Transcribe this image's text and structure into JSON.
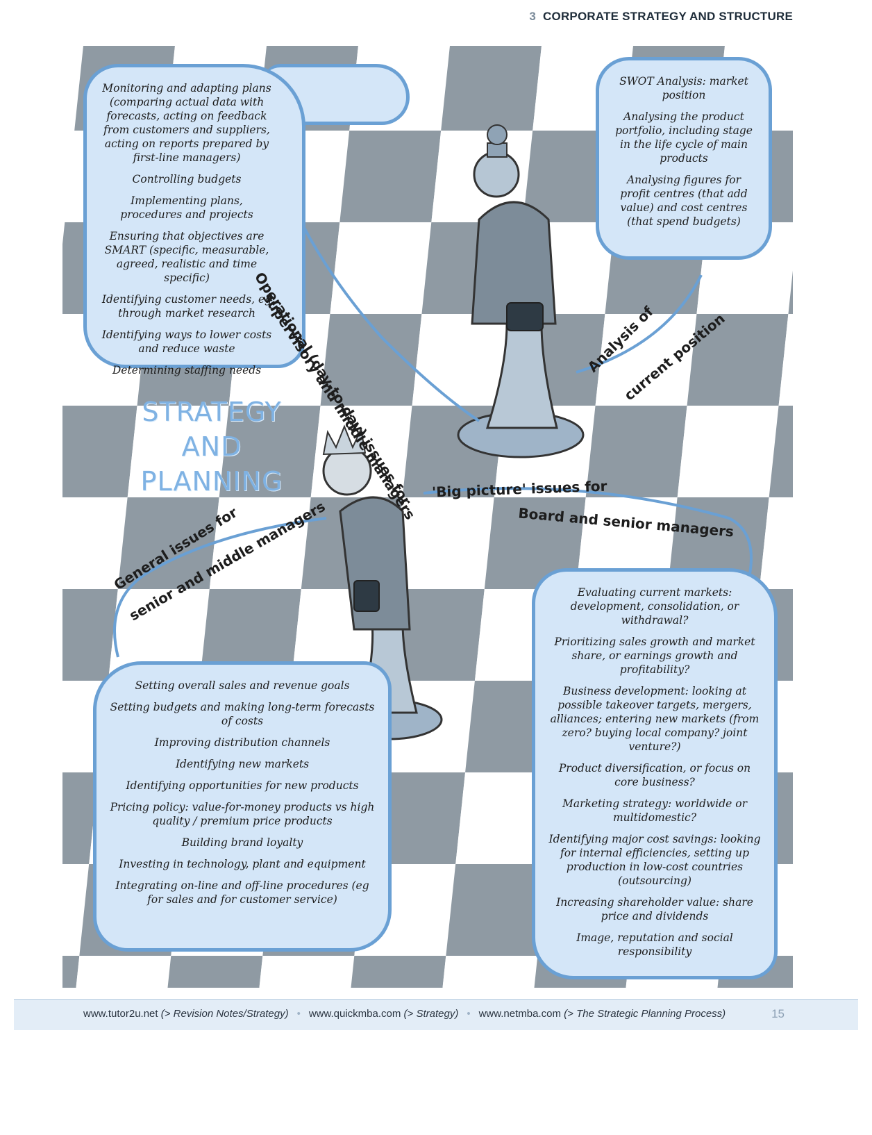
{
  "header": {
    "chapter_number": "3",
    "chapter_title": "CORPORATE STRATEGY AND STRUCTURE"
  },
  "title": {
    "line1": "STRATEGY",
    "line2": "AND",
    "line3": "PLANNING"
  },
  "top_left_box": {
    "items": [
      "Monitoring and adapting plans (comparing actual data with forecasts, acting on feedback from customers and suppliers, acting on reports prepared by first-line managers)",
      "Controlling budgets",
      "Implementing plans, procedures and projects",
      "Ensuring that objectives are SMART (specific, measurable, agreed, realistic and time specific)",
      "Identifying customer needs, eg through market research",
      "Identifying ways to lower costs and reduce waste",
      "Determining staffing needs"
    ]
  },
  "top_right_box": {
    "items": [
      "SWOT Analysis: market position",
      "Analysing the product portfolio, including stage in the life cycle of main products",
      "Analysing figures for profit centres (that add value) and cost centres (that spend budgets)"
    ]
  },
  "bottom_left_box": {
    "items": [
      "Setting overall sales and revenue goals",
      "Setting budgets and making long-term forecasts of costs",
      "Improving distribution channels",
      "Identifying new markets",
      "Identifying opportunities for new products",
      "Pricing policy: value-for-money products vs high quality / premium price products",
      "Building brand loyalty",
      "Investing in technology, plant and equipment",
      "Integrating on-line and off-line procedures (eg for sales and for customer service)"
    ]
  },
  "bottom_right_box": {
    "items": [
      "Evaluating current markets: development, consolidation, or withdrawal?",
      "Prioritizing sales growth and market share, or earnings growth and profitability?",
      "Business development: looking at possible takeover targets, mergers, alliances; entering new markets (from zero? buying local company? joint venture?)",
      "Product diversification, or focus on core business?",
      "Marketing strategy: worldwide or multidomestic?",
      "Identifying major cost savings: looking for internal efficiencies, setting up production in low-cost countries (outsourcing)",
      "Increasing shareholder value: share price and dividends",
      "Image, reputation and social responsibility"
    ]
  },
  "labels": {
    "operational_line1": "Operational (day-to-day) issues for",
    "operational_line2": "supervisory and middle managers",
    "current_line1": "Analysis of",
    "current_line2": "current position",
    "big_picture_line1": "'Big picture' issues for",
    "big_picture_line2": "Board and senior managers",
    "general_line1": "General issues for",
    "general_line2": "senior and middle managers"
  },
  "footer": {
    "link1_site": "www.tutor2u.net",
    "link1_path": "(> Revision Notes/Strategy)",
    "link2_site": "www.quickmba.com",
    "link2_path": "(> Strategy)",
    "link3_site": "www.netmba.com",
    "link3_path": "(> The Strategic Planning Process)",
    "page_number": "15"
  },
  "colors": {
    "bubble_fill": "#d4e6f8",
    "bubble_border": "#6aa0d4",
    "title": "#7fb2e3",
    "board_dark": "#8f9aa3",
    "board_light": "#ffffff"
  },
  "icons": [
    "king-chess-piece-icon",
    "queen-chess-piece-icon"
  ]
}
